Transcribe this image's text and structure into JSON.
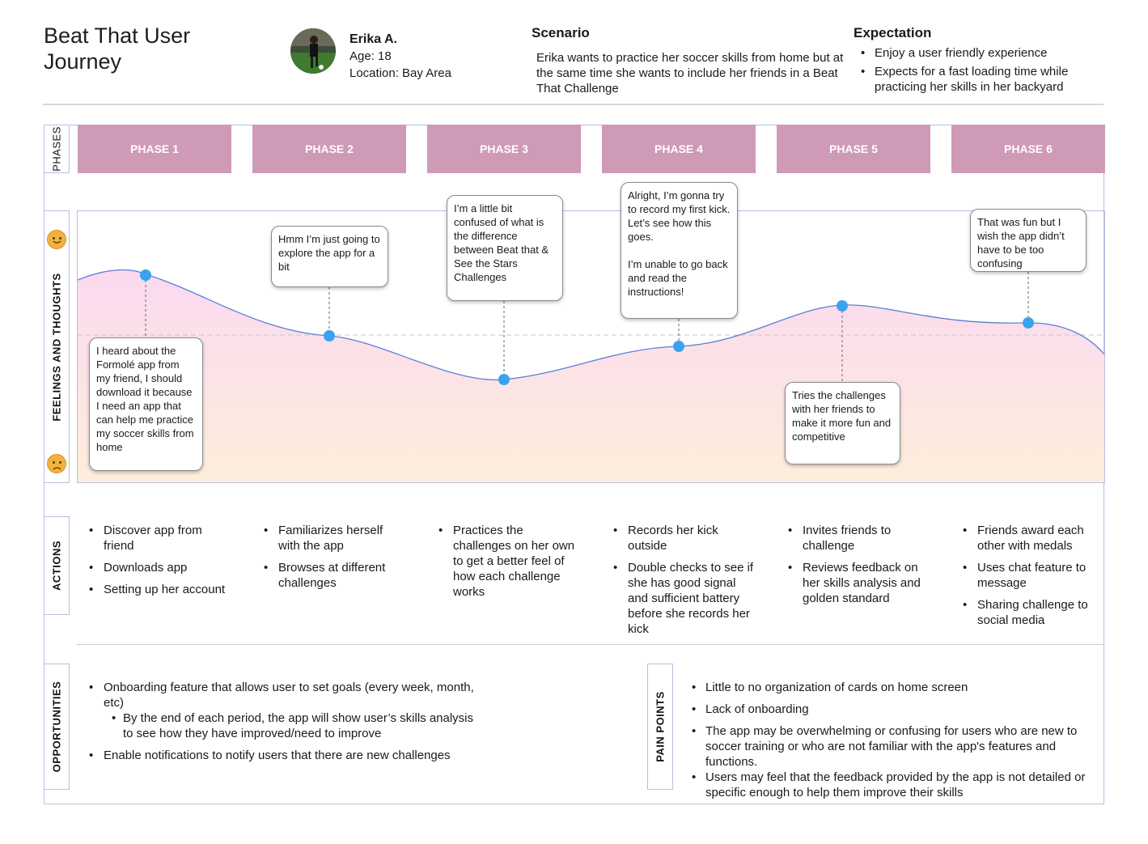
{
  "header": {
    "title": "Beat That User Journey",
    "persona": {
      "name": "Erika A.",
      "age": "Age: 18",
      "location": "Location: Bay Area"
    },
    "scenario": {
      "heading": "Scenario",
      "text": "Erika wants to practice her soccer skills from home but at the same time she wants to include her friends in a Beat That Challenge"
    },
    "expectation": {
      "heading": "Expectation",
      "items": [
        "Enjoy a user friendly experience",
        "Expects for a fast loading time while practicing her skills in her backyard"
      ]
    }
  },
  "section_labels": {
    "phases": "PHASES",
    "feelings": "FEELINGS AND THOUGHTS",
    "actions": "ACTIONS",
    "opportunities": "OPPORTUNITIES",
    "pain_points": "PAIN POINTS"
  },
  "phases": [
    "PHASE 1",
    "PHASE 2",
    "PHASE 3",
    "PHASE 4",
    "PHASE 5",
    "PHASE 6"
  ],
  "thoughts": [
    "I heard about the Formolé app from my friend, I should download it because I need an app that can help me practice my soccer skills from home",
    "Hmm I’m just going to explore the app for a bit",
    "I’m a little bit confused of what is the difference between Beat that & See the Stars Challenges",
    "Alright, I’m gonna try to record my first kick. Let’s see how this goes.\n\nI’m unable to go back and read the instructions!",
    "Tries the challenges with her friends to make it more fun and competitive",
    "That was fun but I wish the app didn’t have to be too confusing"
  ],
  "actions": [
    [
      "Discover app from friend",
      "Downloads app",
      "Setting up her account"
    ],
    [
      "Familiarizes herself with the app",
      "Browses at different challenges"
    ],
    [
      "Practices the challenges on her own to get a better feel of how each challenge works"
    ],
    [
      "Records her kick outside",
      "Double checks to see if she has good signal and sufficient battery before she records her kick"
    ],
    [
      "Invites friends to challenge",
      "Reviews feedback on her skills analysis and golden standard"
    ],
    [
      "Friends award each other with medals",
      "Uses chat feature to message",
      "Sharing challenge to social media"
    ]
  ],
  "opportunities": {
    "items": [
      "Onboarding feature that allows user to set goals (every week, month, etc)",
      "Enable notifications to notify users that there are new challenges"
    ],
    "sub_item": "By the end of each period, the app will show user’s skills analysis to see how they have improved/need to improve"
  },
  "pain_points": [
    "Little to no organization of cards on home screen",
    "Lack of onboarding",
    "The app may be overwhelming or confusing for users who are new to soccer training or who are not familiar with the app's features and functions.",
    "Users may feel that the feedback provided by the app is not detailed or specific enough to help them improve their skills"
  ],
  "emotion_curve": {
    "scale": "sentiment from -1 (sad) to 1 (happy), 0 = neutral dashed line",
    "phase_points": [
      0.4,
      -0.01,
      -0.31,
      -0.08,
      0.21,
      0.07
    ],
    "colors": {
      "line": "#5b7fd6",
      "point": "#3aa3f0",
      "fill_top": "#fbd9f0",
      "fill_bottom": "#fdeedc",
      "phase": "#cf9ab8"
    }
  },
  "icons": {
    "happy": "happy-face-icon",
    "sad": "sad-face-icon"
  }
}
